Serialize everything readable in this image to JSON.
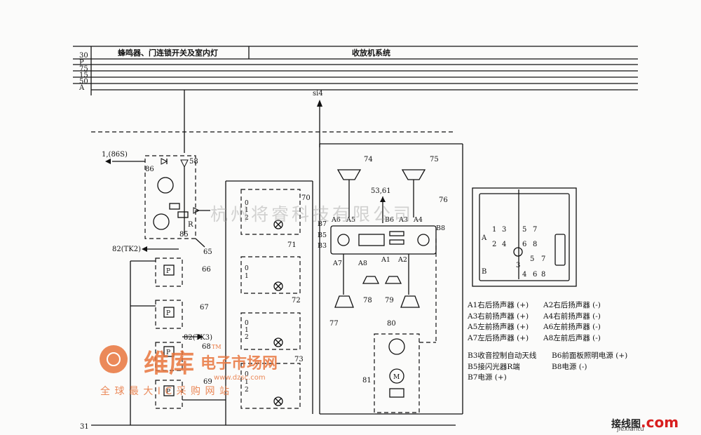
{
  "header": {
    "bus_labels": [
      "30",
      "P",
      "75",
      "15",
      "50",
      "A"
    ],
    "section_left": "蜂鸣器、门连锁开关及室内灯",
    "section_right": "收放机系统"
  },
  "bottom_bus": "31",
  "signals": {
    "si4": "si4",
    "ref_86s": "1,(86S)",
    "ref_tk2": "82(TK2)",
    "ref_tk3": "82(TK3)",
    "ref_5361": "53,61"
  },
  "components": [
    "58",
    "86",
    "R",
    "85",
    "65",
    "66",
    "67",
    "68",
    "69",
    "70",
    "71",
    "72",
    "73",
    "74",
    "75",
    "76",
    "77",
    "78",
    "79",
    "80",
    "81"
  ],
  "switch_positions": [
    "0",
    "1",
    "2"
  ],
  "radio_pins": {
    "left": [
      "B7",
      "B5",
      "B3"
    ],
    "top": [
      "A6",
      "A5",
      "B6",
      "A3",
      "A4"
    ],
    "right": [
      "B8"
    ],
    "bottom": [
      "A7",
      "A8",
      "A1",
      "A2"
    ]
  },
  "connector": {
    "left_block": [
      "1",
      "3",
      "5",
      "7",
      "2",
      "4",
      "6",
      "8"
    ],
    "right_block": [
      "3",
      "5",
      "7",
      "4",
      "6",
      "8"
    ],
    "letters": [
      "A",
      "B"
    ]
  },
  "legend": [
    [
      "A1右后扬声器 (+)",
      "A2右后扬声器 (-)"
    ],
    [
      "A3右前扬声器 (+)",
      "A4右前扬声器 (-)"
    ],
    [
      "A5左前扬声器 (+)",
      "A6左前扬声器 (-)"
    ],
    [
      "A7左后扬声器 (+)",
      "A8左前后声器 (-)"
    ],
    [
      "B3收音控制自动天线",
      "B6前面板照明电源 (+)"
    ],
    [
      "B5接闪光器R端",
      "B8电源 (-)"
    ],
    [
      "B7电源 (+)",
      ""
    ]
  ],
  "watermarks": {
    "company": "杭州将睿科技有限公司",
    "logo_main": "维库",
    "logo_sub": "电子市场网",
    "logo_url": "www.dzsc.com",
    "logo_tm": "TM",
    "tagline": "全 球 最 大 I C 采 购 网 站",
    "corner": "接线图",
    "corner_com": ".com",
    "corner_url": "jiexiantu"
  },
  "colors": {
    "ink": "#111111",
    "watermark_orange": "#e8743c",
    "corner_red": "#d81e1e"
  }
}
